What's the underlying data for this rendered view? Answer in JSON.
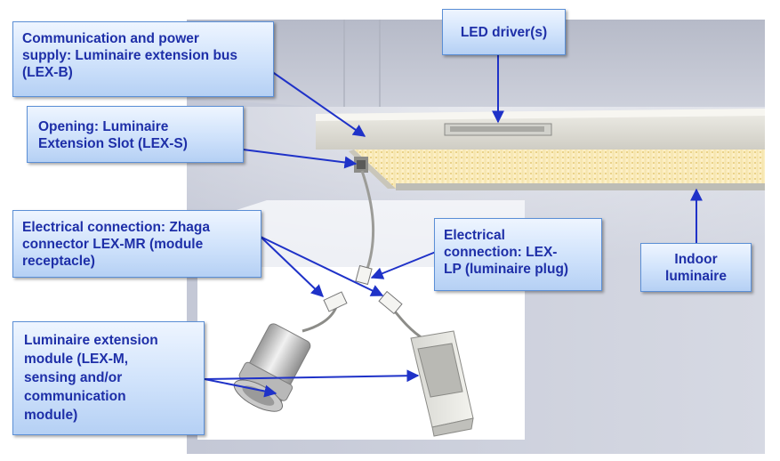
{
  "callouts": {
    "lexb": "Communication and power\nsupply: Luminaire extension bus\n(LEX-B)",
    "driver": "LED driver(s)",
    "lexs": "Opening: Luminaire\nExtension Slot (LEX-S)",
    "lexmr": "Electrical connection: Zhaga\nconnector LEX-MR (module\nreceptacle)",
    "lexlp": "Electrical\nconnection: LEX-\nLP (luminaire plug)",
    "indoor": "Indoor\nluminaire",
    "lexm": "Luminaire extension\nmodule (LEX-M,\nsensing and/or\ncommunication\nmodule)"
  },
  "colors": {
    "callout_text": "#1e2fa8",
    "callout_border": "#5b8fd6",
    "arrow": "#1f32c8",
    "room": "#c9cdd9"
  }
}
